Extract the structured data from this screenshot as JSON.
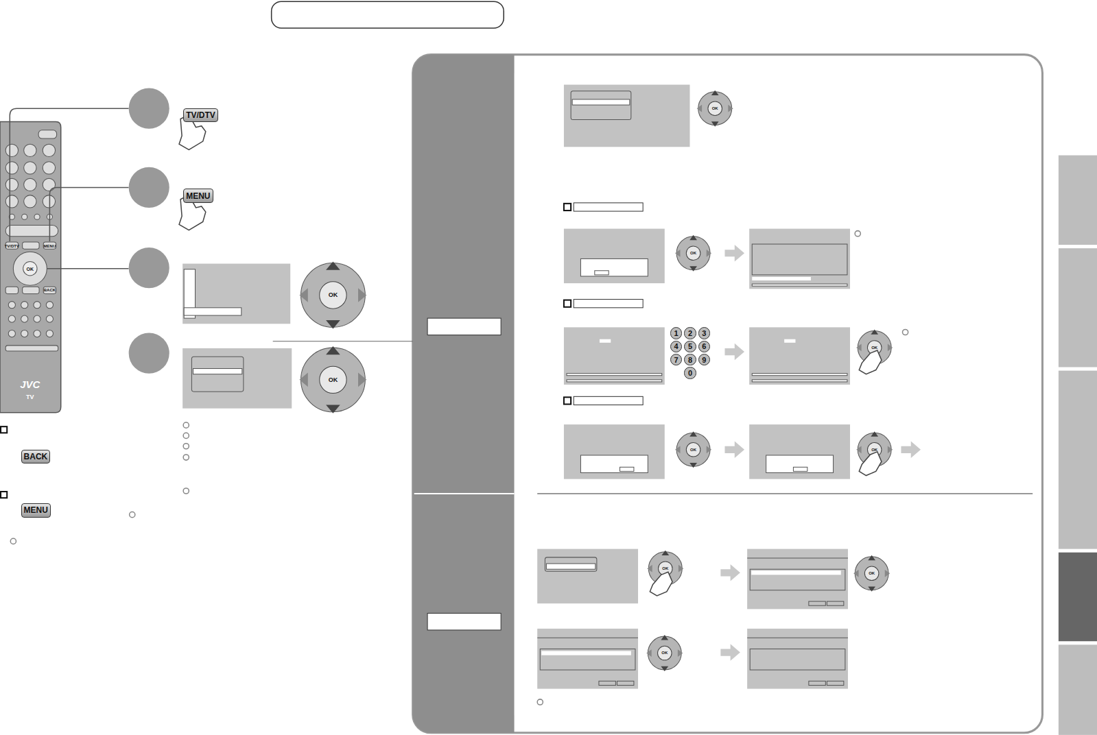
{
  "diagram": {
    "nodes": [
      {
        "text": [
          "TV/DTV"
        ]
      },
      {
        "text": [
          "MENU"
        ]
      },
      {
        "text": [
          "BACK"
        ]
      },
      {
        "text": [
          "MENU"
        ]
      },
      {
        "text": [
          "1"
        ]
      },
      {
        "text": [
          "2"
        ]
      },
      {
        "text": [
          "3"
        ]
      },
      {
        "text": [
          "4"
        ]
      },
      {
        "text": [
          "5"
        ]
      },
      {
        "text": [
          "6"
        ]
      },
      {
        "text": [
          "7"
        ]
      },
      {
        "text": [
          "8"
        ]
      },
      {
        "text": [
          "9"
        ]
      },
      {
        "text": [
          "0"
        ]
      }
    ],
    "edges": [],
    "labels": [
      "TV/DTV",
      "MENU",
      "OK",
      "BACK",
      "JVC",
      "TV",
      "OK",
      "OK",
      "OK",
      "OK",
      "OK",
      "OK",
      "OK",
      "OK",
      "OK",
      "OK"
    ]
  }
}
